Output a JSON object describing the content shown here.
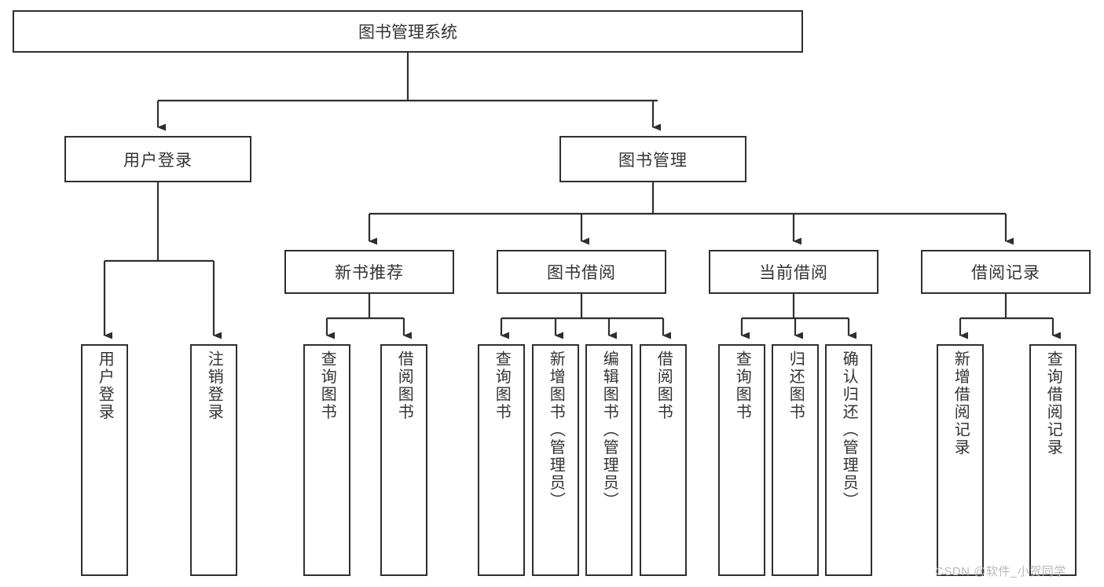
{
  "diagram": {
    "type": "tree-hierarchy",
    "title": "图书管理系统",
    "root": {
      "label": "图书管理系统"
    },
    "level2": [
      {
        "label": "用户登录"
      },
      {
        "label": "图书管理"
      }
    ],
    "level3": [
      {
        "label": "新书推荐"
      },
      {
        "label": "图书借阅"
      },
      {
        "label": "当前借阅"
      },
      {
        "label": "借阅记录"
      }
    ],
    "leaves": {
      "user_login": [
        {
          "label": "用户登录"
        },
        {
          "label": "注销登录"
        }
      ],
      "new_book": [
        {
          "label": "查询图书"
        },
        {
          "label": "借阅图书"
        }
      ],
      "book_borrow": [
        {
          "label": "查询图书"
        },
        {
          "label": "新增图书（管理员）"
        },
        {
          "label": "编辑图书（管理员）"
        },
        {
          "label": "借阅图书"
        }
      ],
      "current_borrow": [
        {
          "label": "查询图书"
        },
        {
          "label": "归还图书"
        },
        {
          "label": "确认归还（管理员）"
        }
      ],
      "borrow_record": [
        {
          "label": "新增借阅记录"
        },
        {
          "label": "查询借阅记录"
        }
      ]
    }
  },
  "watermark": {
    "text": "CSDN @软件_小贺同学"
  },
  "colors": {
    "border": "#2f2f2f",
    "text": "#333333",
    "background": "#ffffff",
    "watermark": "#b9b9b9"
  }
}
